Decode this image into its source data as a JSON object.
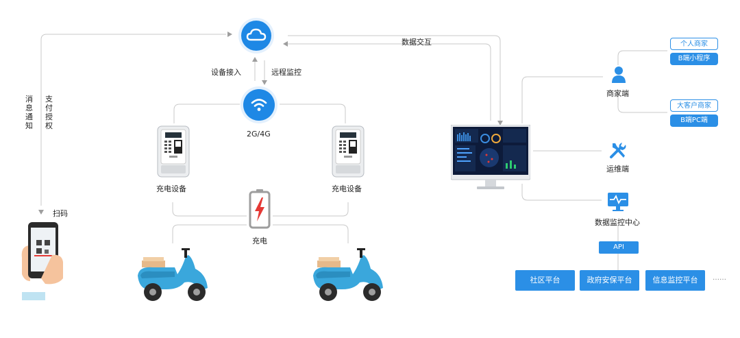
{
  "labels": {
    "data_exchange": "数据交互",
    "device_access": "设备接入",
    "remote_monitor": "远程监控",
    "network": "2G/4G",
    "charger_left": "充电设备",
    "charger_right": "充电设备",
    "charge": "充电",
    "scan": "扫码",
    "message_notice": "消息通知",
    "payment_auth": "支付授权"
  },
  "right": {
    "merchant": "商家端",
    "ops": "运维端",
    "monitor_center": "数据监控中心",
    "api": "API",
    "personal_merchant": "个人商家",
    "b_mini_program": "B端小程序",
    "big_client_merchant": "大客户商家",
    "b_pc": "B端PC端"
  },
  "platforms": [
    "社区平台",
    "政府安保平台",
    "信息监控平台"
  ],
  "ellipsis": "……",
  "colors": {
    "accent": "#1e88e5",
    "pill": "#2b8fe6",
    "line": "#c9c9c9"
  }
}
